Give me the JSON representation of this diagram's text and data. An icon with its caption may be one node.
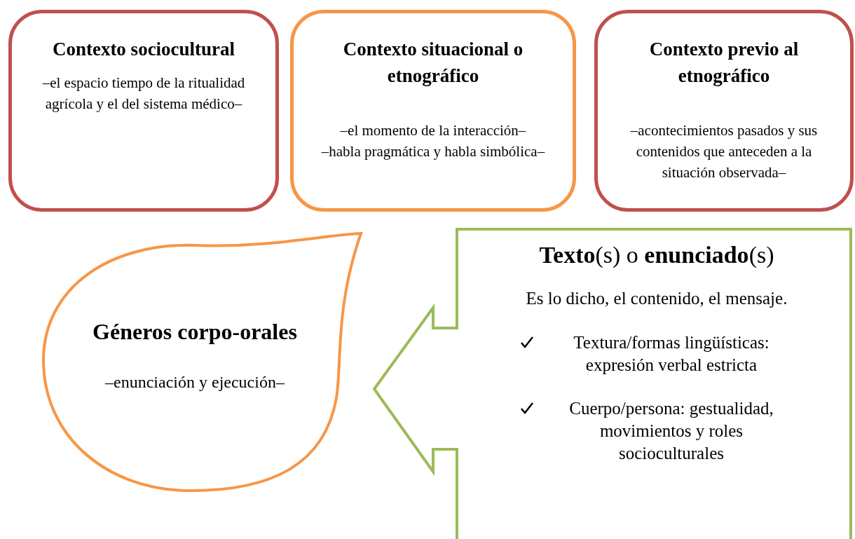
{
  "diagram": {
    "nodes": [
      {
        "text": [
          "Contexto sociocultural",
          "–el espacio tiempo de la ritualidad agrícola y el del sistema médico–"
        ]
      },
      {
        "text": [
          "Contexto situacional o etnográfico",
          "–el momento de la interacción–",
          "–habla pragmática y habla simbólica–"
        ]
      },
      {
        "text": [
          "Contexto previo al etnográfico",
          "–acontecimientos pasados y sus contenidos que anteceden a la situación observada–"
        ]
      },
      {
        "text": [
          "Géneros corpo-orales",
          "–enunciación y ejecución–"
        ]
      },
      {
        "text": [
          "**Texto**(s) o **enunciado**(s)",
          "Es lo dicho, el contenido, el mensaje.",
          "Textura/formas lingüísticas: expresión verbal estricta",
          "Cuerpo/persona: gestualidad, movimientos y roles socioculturales"
        ]
      }
    ]
  }
}
